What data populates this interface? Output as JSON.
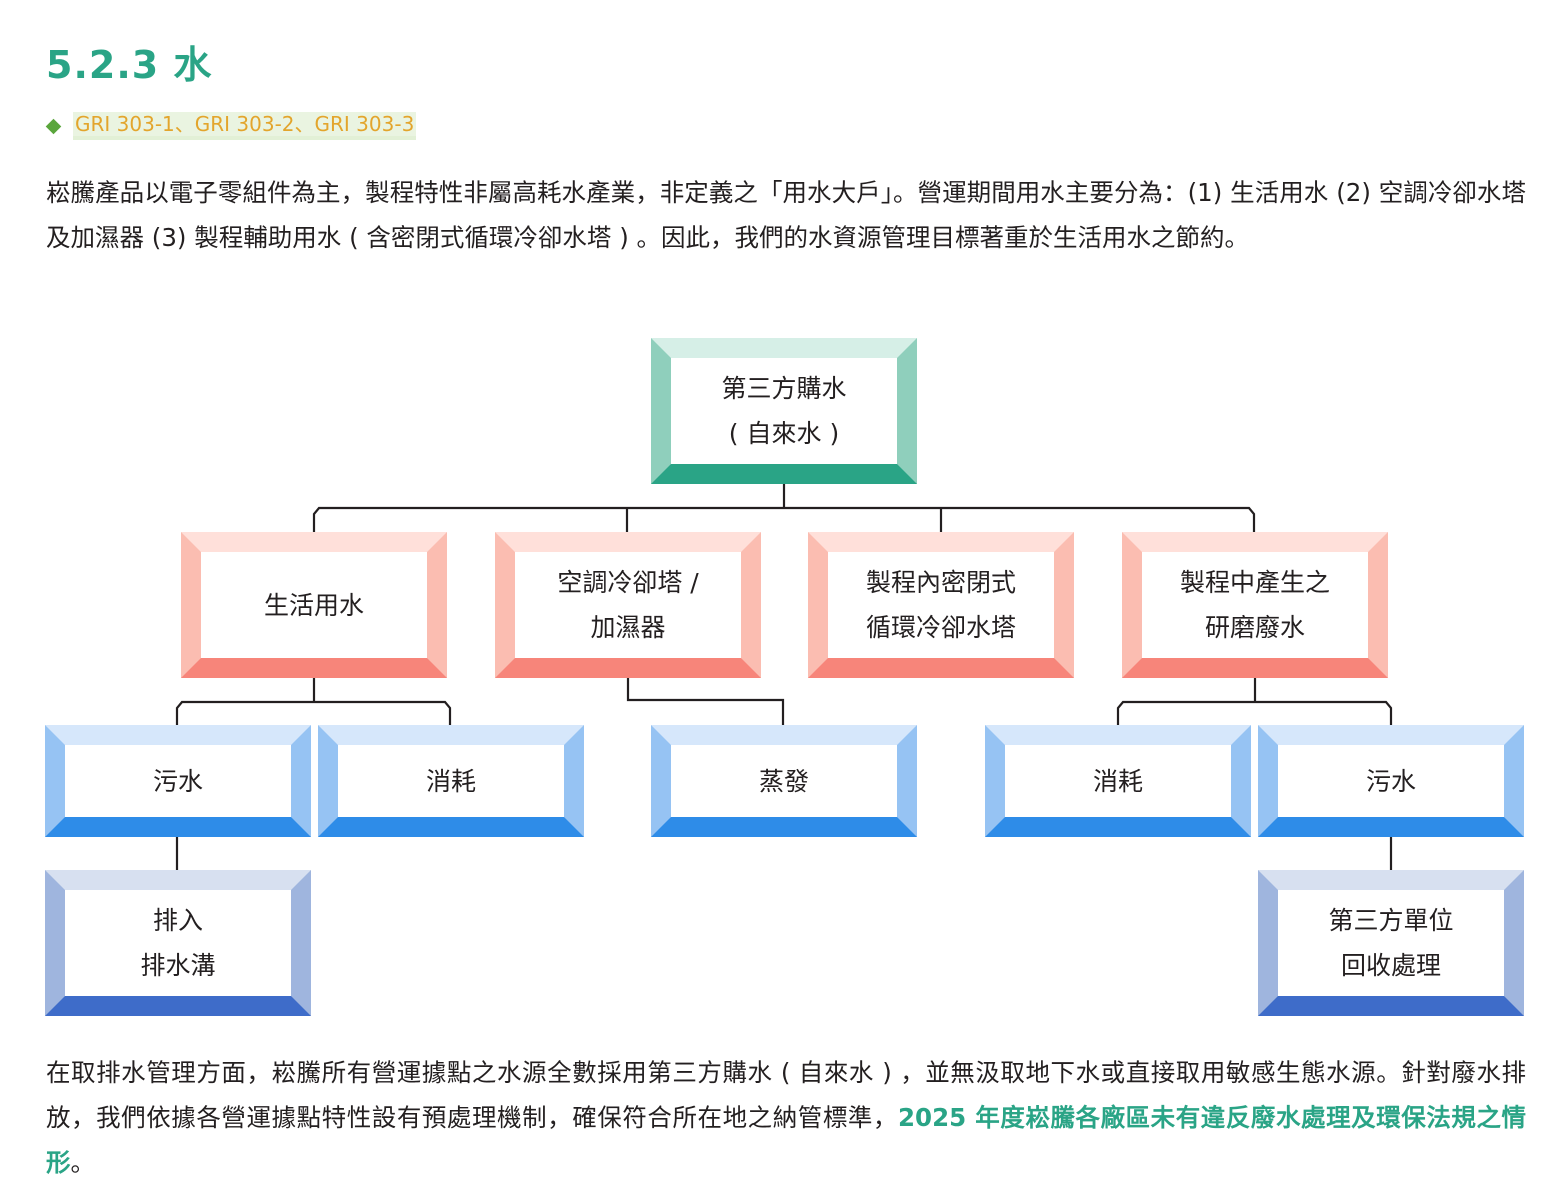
{
  "section": {
    "number": "5.2.3",
    "title": "5.2.3 水",
    "gri": "GRI 303-1、GRI 303-2、GRI 303-3"
  },
  "intro": {
    "text": "崧騰產品以電子零組件為主，製程特性非屬高耗水產業，非定義之「用水大戶」。營運期間用水主要分為：(1) 生活用水 (2) 空調冷卻水塔及加濕器 (3) 製程輔助用水 ( 含密閉式循環冷卻水塔 ) 。因此，我們的水資源管理目標著重於生活用水之節約。"
  },
  "diagram": {
    "source": {
      "line1": "第三方購水",
      "line2": "( 自來水 )"
    },
    "uses": [
      {
        "line1": "生活用水",
        "line2": ""
      },
      {
        "line1": "空調冷卻塔 /",
        "line2": "加濕器"
      },
      {
        "line1": "製程內密閉式",
        "line2": "循環冷卻水塔"
      },
      {
        "line1": "製程中產生之",
        "line2": "研磨廢水"
      }
    ],
    "outputs": [
      {
        "label": "污水"
      },
      {
        "label": "消耗"
      },
      {
        "label": "蒸發"
      },
      {
        "label": "消耗"
      },
      {
        "label": "污水"
      }
    ],
    "disposal": [
      {
        "line1": "排入",
        "line2": "排水溝"
      },
      {
        "line1": "第三方單位",
        "line2": "回收處理"
      }
    ]
  },
  "closing": {
    "text_plain": "在取排水管理方面，崧騰所有營運據點之水源全數採用第三方購水 ( 自來水 ) ，並無汲取地下水或直接取用敏感生態水源。針對廢水排放，我們依據各營運據點特性設有預處理機制，確保符合所在地之納管標準，",
    "text_highlight": "2025 年度崧騰各廠區未有違反廢水處理及環保法規之情形",
    "text_end": "。"
  },
  "colors": {
    "heading": "#2aa486",
    "gri": "#e3a52c",
    "source_box": "#2aa486",
    "use_box": "#f7857a",
    "output_box": "#2e8ce8",
    "disposal_box": "#3e6cc9"
  }
}
